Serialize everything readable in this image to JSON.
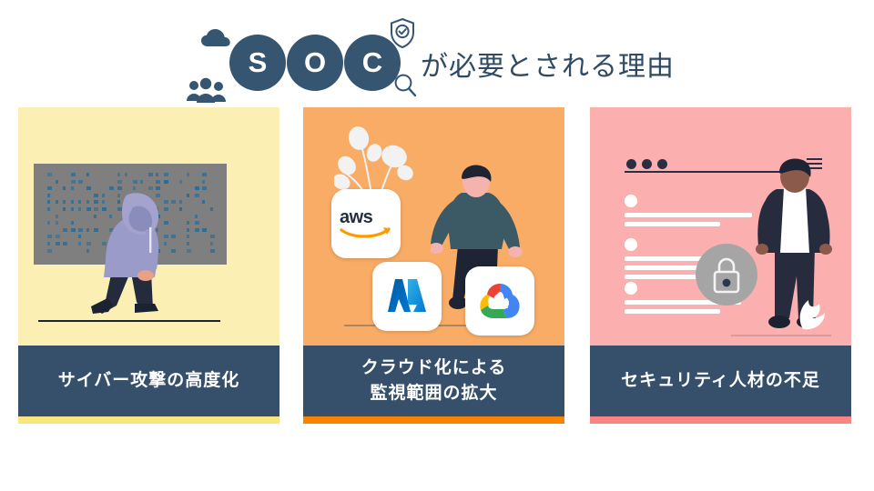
{
  "slide": {
    "background": "#ffffff",
    "title": {
      "logo_letters": [
        "S",
        "O",
        "C"
      ],
      "headline": "が必要とされる理由",
      "logo_color": "#355570",
      "headline_color": "#2f4a63",
      "decorations": [
        {
          "name": "cloud-icon"
        },
        {
          "name": "people-icon"
        },
        {
          "name": "shield-check-icon"
        },
        {
          "name": "magnifier-icon"
        }
      ]
    },
    "cards": [
      {
        "id": "card-cyber-attack",
        "label": "サイバー攻撃の高度化",
        "art_background": "#fcefb4",
        "accent_bar": "#fbe57f",
        "label_background": "#36506b",
        "illustration": "hooded-hacker-in-front-of-code-screen"
      },
      {
        "id": "card-cloud-adoption",
        "label": "クラウド化による\n監視範囲の拡大",
        "art_background": "#f9ac65",
        "accent_bar": "#f98200",
        "label_background": "#36506b",
        "illustration": "cloud-provider-logo-cards-with-person",
        "logos": [
          {
            "name": "aws-logo",
            "wordmark": "aws",
            "smile_color": "#ff9900",
            "text_color": "#252f3e"
          },
          {
            "name": "azure-logo",
            "colors": [
              "#0078d4",
              "#32b0e7",
              "#005ba1"
            ]
          },
          {
            "name": "google-cloud-logo",
            "colors": [
              "#ea4335",
              "#fbbc05",
              "#34a853",
              "#4285f4"
            ]
          }
        ]
      },
      {
        "id": "card-talent-shortage",
        "label": "セキュリティ人材の不足",
        "art_background": "#fbafaf",
        "accent_bar": "#fa8481",
        "label_background": "#36506b",
        "illustration": "browser-window-with-lock-and-person"
      }
    ]
  }
}
